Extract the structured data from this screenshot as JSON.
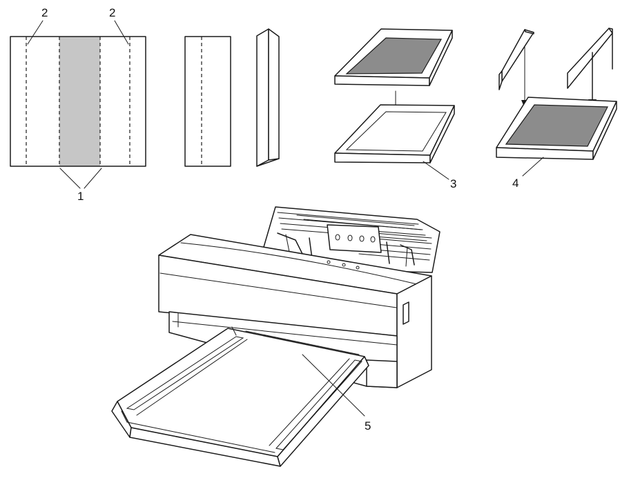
{
  "colors": {
    "line": "#1a1a1a",
    "shade_light": "#c6c6c6",
    "shade_dark": "#8c8c8c",
    "background": "#ffffff"
  },
  "callouts": {
    "fold_area": "1",
    "fold_lines": "2",
    "tray": "3",
    "tray_with_paper": "4",
    "output_slot": "5"
  }
}
